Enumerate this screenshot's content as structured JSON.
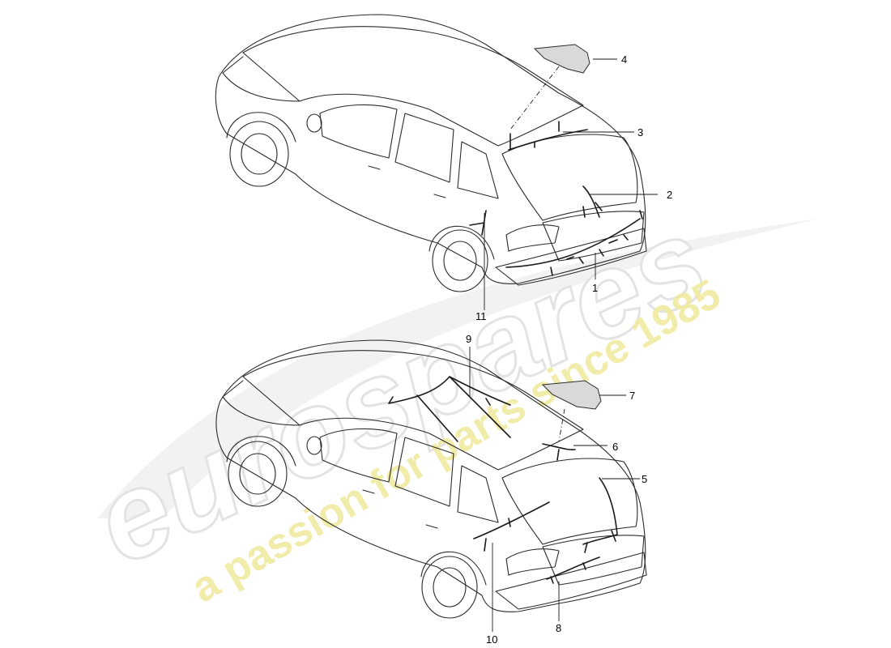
{
  "watermark": {
    "brand": "eurospares",
    "tagline": "a passion for parts since 1985",
    "brand_color": "#e8e8e8",
    "tagline_color": "#f2ee9c"
  },
  "diagram": {
    "line_color": "#2b2b2b",
    "part_fill": "#d9d9d9",
    "callouts": [
      "1",
      "2",
      "3",
      "4",
      "5",
      "6",
      "7",
      "8",
      "9",
      "10",
      "11"
    ]
  }
}
